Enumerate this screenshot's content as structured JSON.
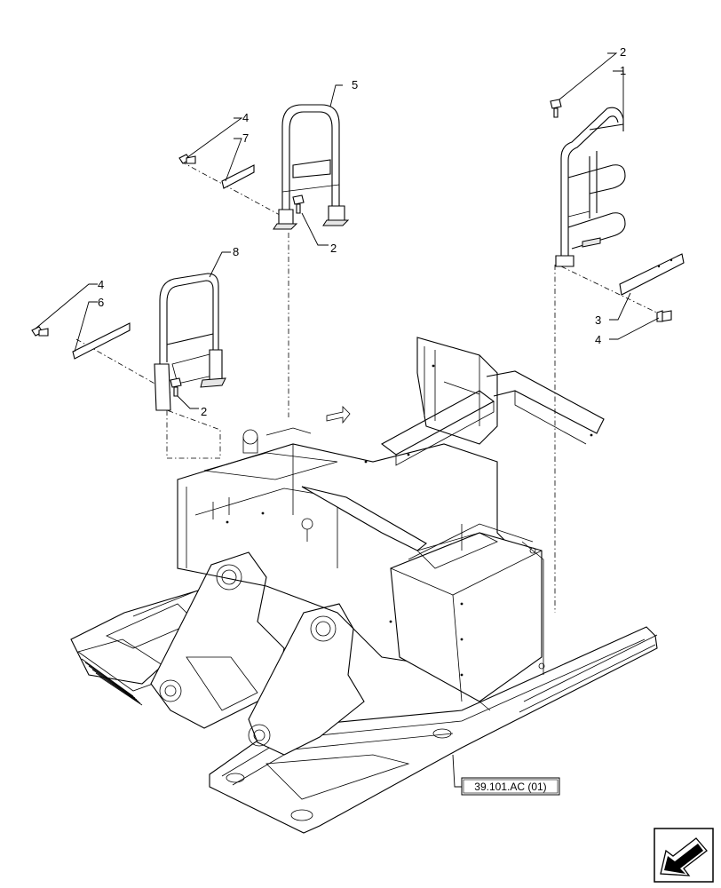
{
  "callouts": [
    {
      "id": "c-1",
      "label": "1"
    },
    {
      "id": "c-2a",
      "label": "2"
    },
    {
      "id": "c-2b",
      "label": "2"
    },
    {
      "id": "c-2c",
      "label": "2"
    },
    {
      "id": "c-3",
      "label": "3"
    },
    {
      "id": "c-4a",
      "label": "4"
    },
    {
      "id": "c-4b",
      "label": "4"
    },
    {
      "id": "c-4c",
      "label": "4"
    },
    {
      "id": "c-5",
      "label": "5"
    },
    {
      "id": "c-6",
      "label": "6"
    },
    {
      "id": "c-7",
      "label": "7"
    },
    {
      "id": "c-8",
      "label": "8"
    }
  ],
  "reference": {
    "label": "39.101.AC (01)"
  },
  "nav": {
    "icon": "arrow-icon"
  }
}
